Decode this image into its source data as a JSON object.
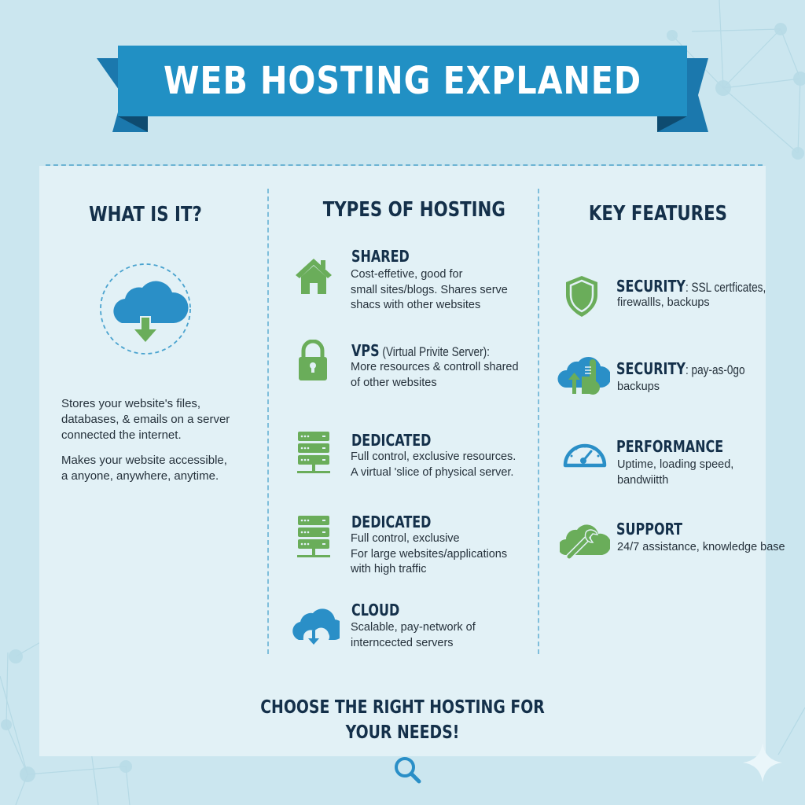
{
  "header": {
    "title": "WEB HOSTING EXPLANED"
  },
  "colors": {
    "banner_blue": "#2190c4",
    "banner_dark": "#11618f",
    "heading_navy": "#14304a",
    "accent_green": "#6aad5a",
    "accent_blue": "#2a8fc7",
    "panel_bg": "#e2f1f6",
    "page_bg": "#cbe6ef"
  },
  "what_is_it": {
    "heading": "WHAT IS IT?",
    "icon": "cloud-download-icon",
    "paragraphs": [
      [
        "Stores your website's files,",
        "databases, & emails on a server",
        "connected the internet."
      ],
      [
        "Makes your website accessible,",
        "a anyone, anywhere, anytime."
      ]
    ]
  },
  "types_of_hosting": {
    "heading": "TYPES OF HOSTING",
    "items": [
      {
        "title": "SHARED",
        "suffix": "",
        "icon": "house-icon",
        "lines": [
          "Cost-effetive, good for",
          "small sites/blogs. Shares serve",
          "shacs with other websites"
        ]
      },
      {
        "title": "VPS",
        "suffix": " (Virtual Privite Server):",
        "icon": "padlock-icon",
        "lines": [
          "More resources & controll shared",
          "of other websites"
        ]
      },
      {
        "title": "DEDICATED",
        "suffix": "",
        "icon": "server-rack-icon",
        "lines": [
          "Full control, exclusive resources.",
          "A virtual 'slice of physical server."
        ]
      },
      {
        "title": "DEDICATED",
        "suffix": "",
        "icon": "server-rack-icon",
        "lines": [
          "Full control, exclusive",
          "For large websites/applications",
          "with high traffic"
        ]
      },
      {
        "title": "CLOUD",
        "suffix": "",
        "icon": "cloud-download-icon",
        "lines": [
          "Scalable, pay-network of",
          "interncected servers"
        ]
      }
    ]
  },
  "key_features": {
    "heading": "KEY FEATURES",
    "items": [
      {
        "title": "SECURITY",
        "suffix": ": SSL certficates,",
        "icon": "shield-icon",
        "lines": [
          "firewallls, backups"
        ]
      },
      {
        "title": "SECURITY",
        "suffix": ": pay-as-0go",
        "icon": "cloud-scale-icon",
        "lines": [
          "backups"
        ]
      },
      {
        "title": "PERFORMANCE",
        "suffix": "",
        "icon": "speedometer-icon",
        "lines": [
          "Uptime, loading speed,",
          "bandwiitth"
        ]
      },
      {
        "title": "SUPPORT",
        "suffix": "",
        "icon": "wrench-cloud-icon",
        "lines": [
          "24/7 assistance, knowledge base"
        ]
      }
    ]
  },
  "footer": {
    "cta_line1": "CHOOSE THE RIGHT HOSTING FOR",
    "cta_line2": "YOUR NEEDS!",
    "search_icon": "magnifier-icon"
  }
}
